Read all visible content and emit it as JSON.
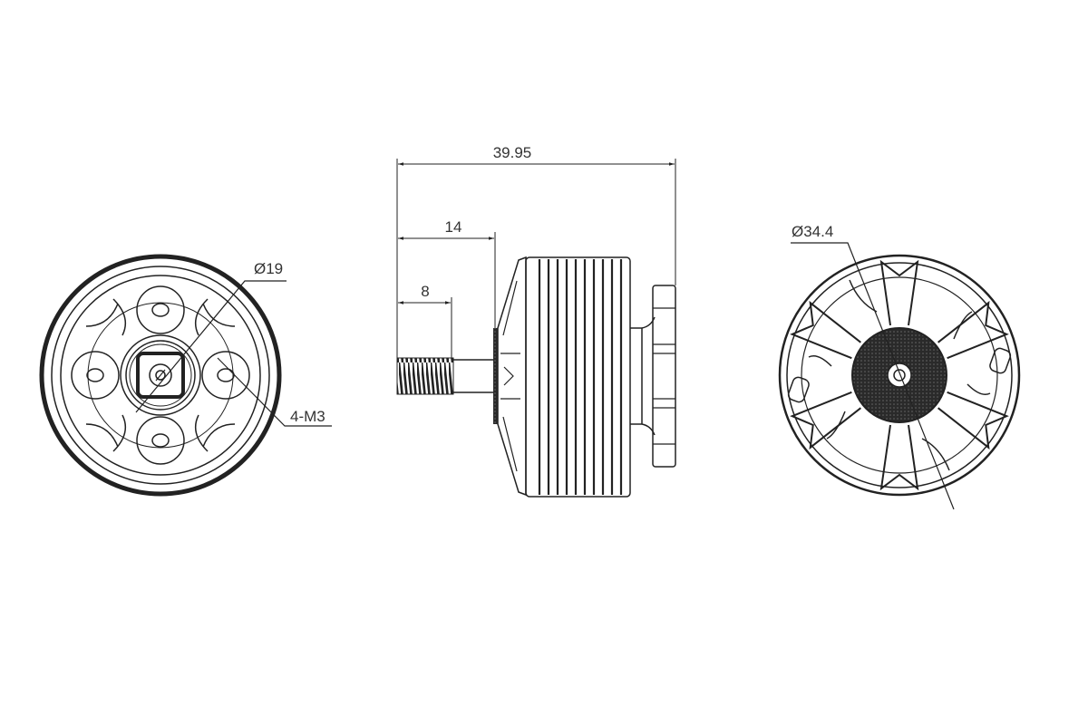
{
  "drawing": {
    "views": [
      "front-view",
      "side-view",
      "rear-view"
    ],
    "dimensions": {
      "overall_length": "39.95",
      "shaft_length": "14",
      "thread_length": "8",
      "front_diameter": "Ø19",
      "mount_holes": "4-M3",
      "bell_diameter": "Ø34.4"
    },
    "colors": {
      "line": "#222222",
      "background": "#ffffff",
      "hub": "#333333"
    }
  }
}
